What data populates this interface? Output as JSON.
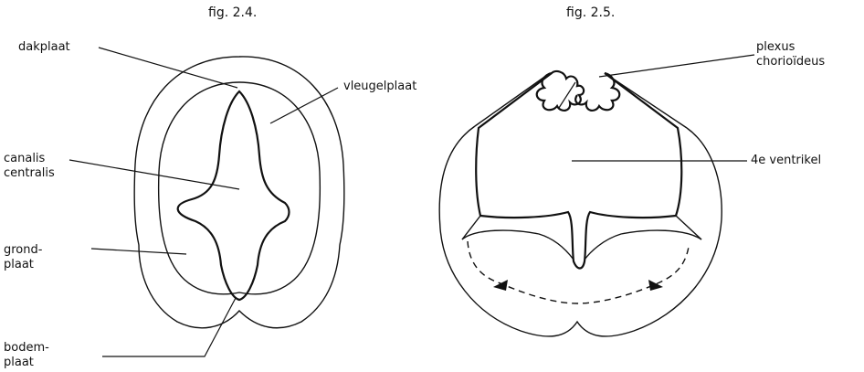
{
  "fig_left": {
    "caption": "fig. 2.4.",
    "labels": {
      "dakplaat": "dakplaat",
      "vleugelplaat": "vleugelplaat",
      "canalis_line1": "canalis",
      "canalis_line2": "centralis",
      "grond_line1": "grond-",
      "grond_line2": "plaat",
      "bodem_line1": "bodem-",
      "bodem_line2": "plaat"
    }
  },
  "fig_right": {
    "caption": "fig. 2.5.",
    "labels": {
      "plexus_line1": "plexus",
      "plexus_line2": "chorioïdeus",
      "ventrikel": "4e ventrikel"
    }
  }
}
